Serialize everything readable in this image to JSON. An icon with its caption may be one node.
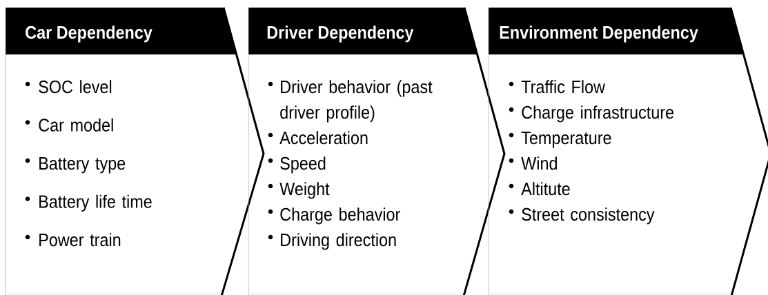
{
  "diagram": {
    "nodes": [
      {
        "text": [
          "Car Dependency",
          "SOC level",
          "Car model",
          "Battery type",
          "Battery life time",
          "Power train"
        ]
      },
      {
        "text": [
          "Driver Dependency",
          "Driver behavior (past driver profile)",
          "Acceleration",
          "Speed",
          "Weight",
          "Charge behavior",
          "Driving direction"
        ]
      },
      {
        "text": [
          "Environment Dependency",
          "Traffic Flow",
          "Charge infrastructure",
          "Temperature",
          "Wind",
          "Altitute",
          "Street consistency"
        ]
      }
    ]
  }
}
